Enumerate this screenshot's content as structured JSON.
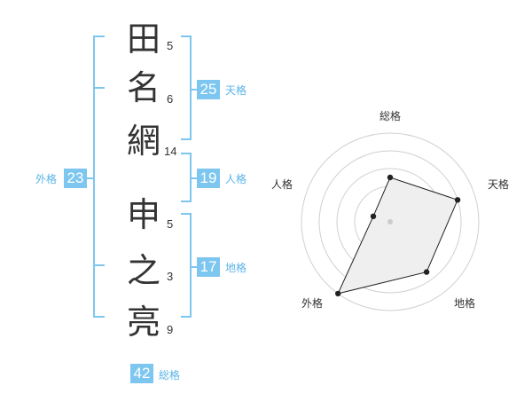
{
  "name_chars": [
    {
      "char": "田",
      "strokes": "5"
    },
    {
      "char": "名",
      "strokes": "6"
    },
    {
      "char": "網",
      "strokes": "14"
    },
    {
      "char": "申",
      "strokes": "5"
    },
    {
      "char": "之",
      "strokes": "3"
    },
    {
      "char": "亮",
      "strokes": "9"
    }
  ],
  "kaku": {
    "tenkaku": {
      "label": "天格",
      "value": "25"
    },
    "jinkaku": {
      "label": "人格",
      "value": "19"
    },
    "chikaku": {
      "label": "地格",
      "value": "17"
    },
    "gaikaku": {
      "label": "外格",
      "value": "23"
    },
    "soukaku": {
      "label": "総格",
      "value": "42"
    }
  },
  "colors": {
    "accent": "#7dc6ef",
    "label": "#5ab4e8",
    "text": "#333333"
  },
  "chart_data": {
    "type": "radar",
    "axes": [
      "総格",
      "天格",
      "地格",
      "外格",
      "人格"
    ],
    "values": [
      2.5,
      4,
      3.5,
      5,
      1
    ],
    "rmax": 5,
    "rings": 5
  }
}
